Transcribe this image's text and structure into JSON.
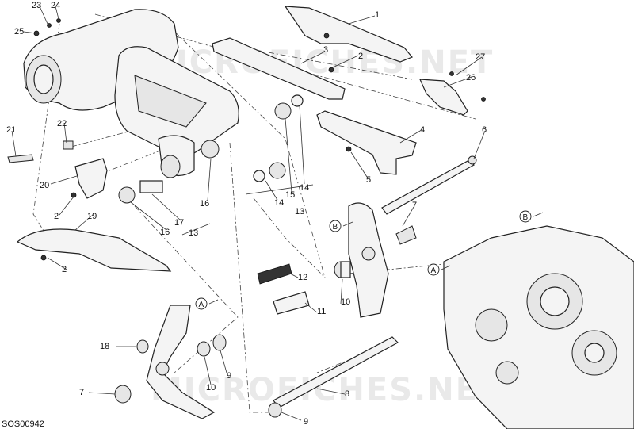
{
  "drawing_code": "SOS00942",
  "watermark": "MICROFICHES.NET",
  "ref_markers": [
    "A",
    "B"
  ],
  "callouts": [
    "1",
    "2",
    "3",
    "4",
    "5",
    "6",
    "7",
    "8",
    "9",
    "10",
    "11",
    "12",
    "13",
    "14",
    "15",
    "16",
    "17",
    "18",
    "19",
    "20",
    "21",
    "22",
    "23",
    "24",
    "25",
    "26",
    "27"
  ]
}
